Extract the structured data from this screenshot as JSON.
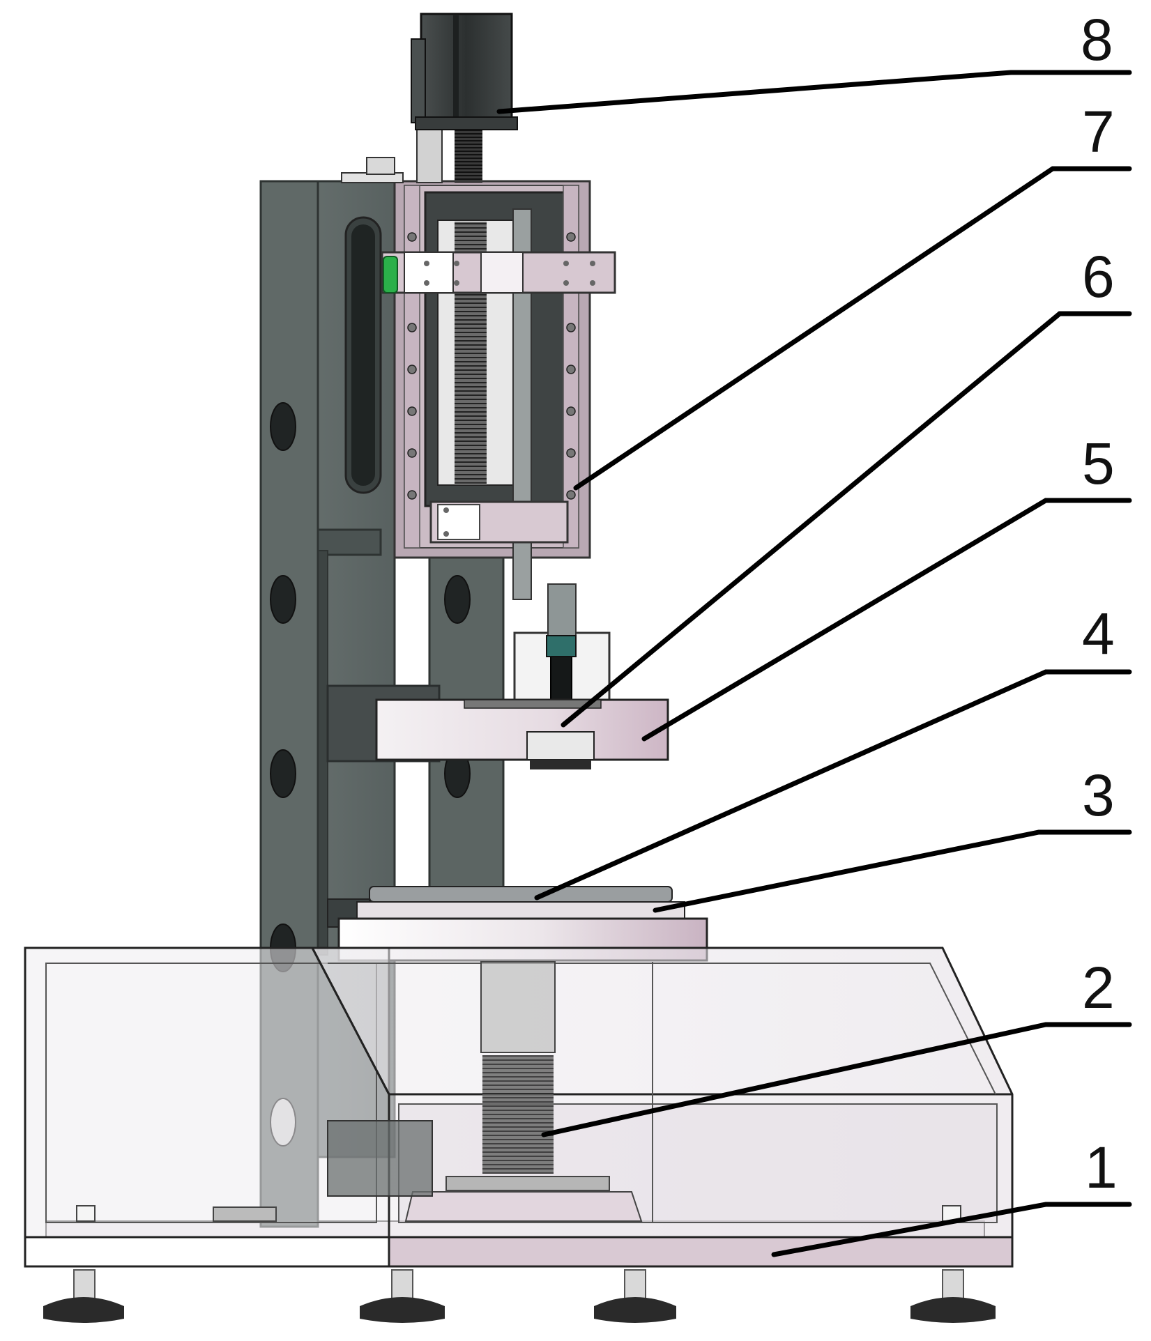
{
  "diagram": {
    "callouts": [
      {
        "id": "1",
        "label": "1"
      },
      {
        "id": "2",
        "label": "2"
      },
      {
        "id": "3",
        "label": "3"
      },
      {
        "id": "4",
        "label": "4"
      },
      {
        "id": "5",
        "label": "5"
      },
      {
        "id": "6",
        "label": "6"
      },
      {
        "id": "7",
        "label": "7"
      },
      {
        "id": "8",
        "label": "8"
      }
    ]
  },
  "colors": {
    "frame_dark": "#5f6866",
    "frame_edge": "#3a403f",
    "pink_metal": "#d9c9d3",
    "light_metal": "#ece8ea",
    "glass": "#e9e6ea",
    "motor_dark": "#2f3333",
    "foot_dark": "#2a2a2a"
  }
}
